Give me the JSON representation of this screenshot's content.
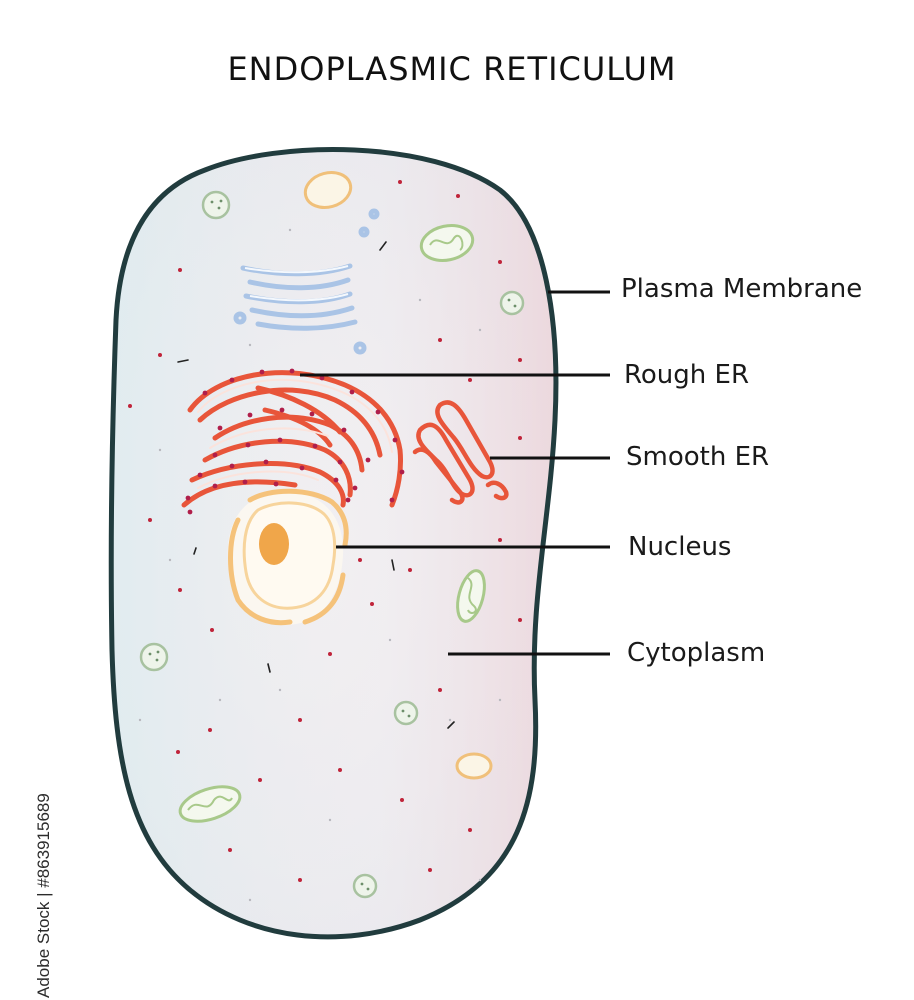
{
  "title": "ENDOPLASMIC RETICULUM",
  "labels": {
    "plasma_membrane": "Plasma Membrane",
    "rough_er": "Rough ER",
    "smooth_er": "Smooth ER",
    "nucleus": "Nucleus",
    "cytoplasm": "Cytoplasm"
  },
  "watermark": "Adobe Stock | #863915689",
  "colors": {
    "membrane": "#1f3a3c",
    "cytoplasm_fill": "#eef0f2",
    "rough_er": "#e8553a",
    "smooth_er": "#e8553a",
    "nucleus": "#f5c27a",
    "nucleolus": "#f0a64a",
    "golgi": "#b9cde8",
    "mitochondria": "#a8c98a",
    "ribosome": "#c0243a"
  }
}
